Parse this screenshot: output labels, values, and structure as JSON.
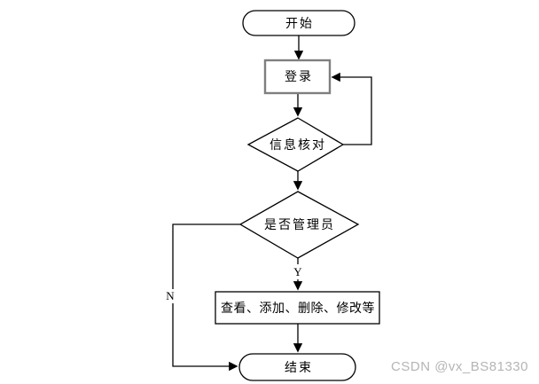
{
  "flowchart": {
    "nodes": {
      "start": {
        "shape": "terminator",
        "label": "开始"
      },
      "login": {
        "shape": "process",
        "label": "登录"
      },
      "verify": {
        "shape": "decision",
        "label": "信息核对"
      },
      "admin_check": {
        "shape": "decision",
        "label": "是否管理员"
      },
      "admin_actions": {
        "shape": "process",
        "label": "查看、添加、删除、修改等"
      },
      "end": {
        "shape": "terminator",
        "label": "结束"
      }
    },
    "branch_labels": {
      "yes": "Y",
      "no": "N"
    },
    "colors": {
      "background": "#ffffff",
      "stroke": "#000000",
      "login_box_border": "#7f7f7f"
    }
  },
  "watermark": {
    "text": "CSDN @vx_BS81330",
    "color": "#b5b5b5"
  }
}
